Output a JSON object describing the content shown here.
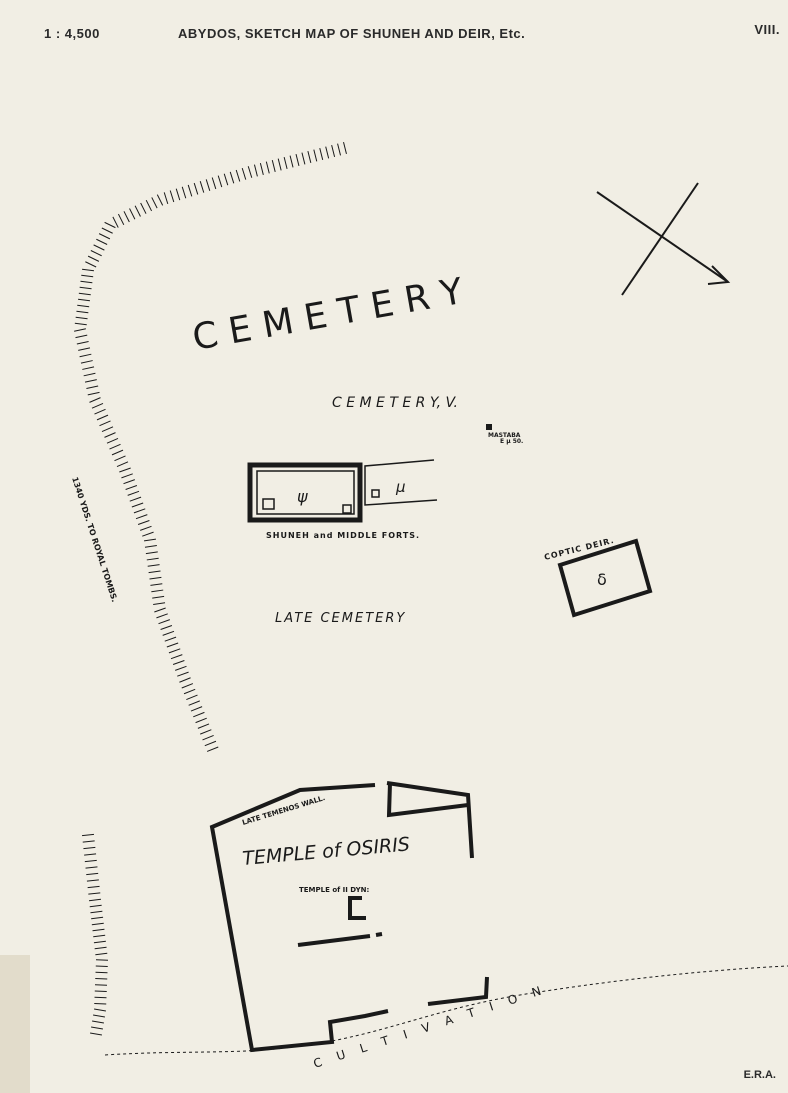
{
  "header": {
    "scale": "1 : 4,500",
    "title": "ABYDOS, SKETCH MAP OF SHUNEH AND DEIR, Etc.",
    "plate": "VIII."
  },
  "footer": {
    "initials": "E.R.A."
  },
  "labels": {
    "cemetery": "C E M E T E R Y",
    "cemetery_v": "C E M E T E R Y, V.",
    "mastaba": "MASTABA",
    "mastaba_ref": "E μ 50.",
    "fort_psi": "ψ",
    "fort_mu": "μ",
    "shuneh": "SHUNEH  and  MIDDLE FORTS.",
    "coptic_deir": "COPTIC DEIR.",
    "deir_delta": "δ",
    "late_cemetery": "LATE   CEMETERY",
    "royal_tombs": "1340 YDS. TO ROYAL TOMBS.",
    "temenos": "LATE TEMENOS WALL.",
    "temple_osiris": "TEMPLE of OSIRIS",
    "temple_ii": "TEMPLE of II DYN:",
    "cultivation": "C U L T I V A T I O N"
  },
  "colors": {
    "paper": "#f1eee4",
    "ink": "#1a1a1a"
  }
}
